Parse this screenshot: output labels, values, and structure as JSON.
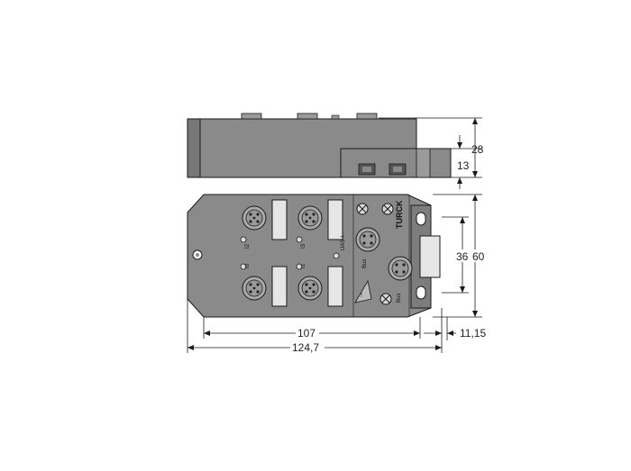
{
  "dimensions": {
    "height_total": "28",
    "height_base": "13",
    "width_body": "107",
    "width_total": "124,7",
    "depth_inner": "36",
    "depth_total": "60",
    "hole_offset": "11,15"
  },
  "labels": {
    "brand": "TURCK",
    "port_i2": "I2",
    "port_i3": "I3",
    "port_i0": "I0",
    "port_i1": "I1",
    "led_uas": "UAS-I",
    "bus_a": "Bus",
    "bus_b": "Bus"
  },
  "colors": {
    "housing": "#8a8a8a",
    "housing_dark": "#6e6e6e",
    "connector": "#a8a8a8",
    "window": "#e6e6e6",
    "line": "#1a1a1a"
  }
}
